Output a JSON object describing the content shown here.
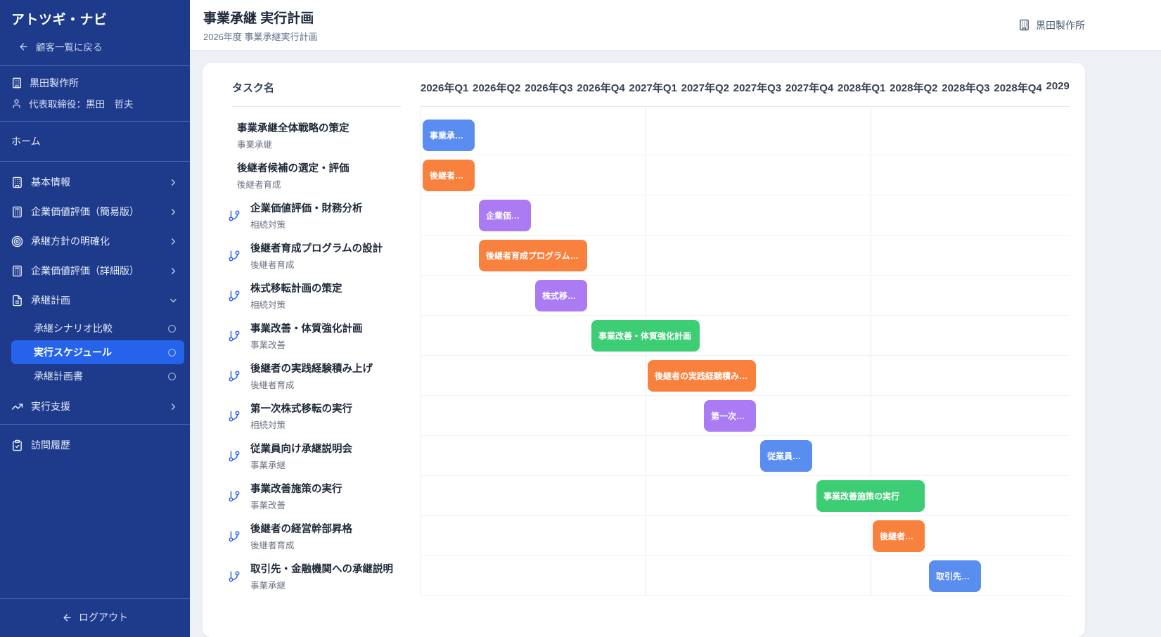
{
  "app": {
    "title": "アトツギ・ナビ",
    "back_label": "顧客一覧に戻る",
    "logout_label": "ログアウト"
  },
  "client": {
    "company": "黒田製作所",
    "representative": "代表取締役：黒田　哲夫"
  },
  "sidebar": {
    "home_label": "ホーム",
    "items": [
      {
        "id": "basic-info",
        "label": "基本情報",
        "icon": "building"
      },
      {
        "id": "valuation-simple",
        "label": "企業価値評価（簡易版）",
        "icon": "calculator"
      },
      {
        "id": "policy-clarification",
        "label": "承継方針の明確化",
        "icon": "target"
      },
      {
        "id": "valuation-detailed",
        "label": "企業価値評価（詳細版）",
        "icon": "calculator"
      },
      {
        "id": "succession-plan",
        "label": "承継計画",
        "icon": "file-text",
        "expanded": true
      },
      {
        "id": "execution-support",
        "label": "実行支援",
        "icon": "trending-up"
      }
    ],
    "submenu": [
      {
        "id": "scenario-comparison",
        "label": "承継シナリオ比較",
        "active": false
      },
      {
        "id": "execution-schedule",
        "label": "実行スケジュール",
        "active": true
      },
      {
        "id": "succession-plan-doc",
        "label": "承継計画書",
        "active": false
      }
    ],
    "visit_history_label": "訪問履歴"
  },
  "header": {
    "title": "事業承継 実行計画",
    "subtitle": "2026年度 事業承継実行計画",
    "company": "黒田製作所"
  },
  "theme": {
    "sidebar_bg": "#1e3a8a",
    "active_item": "#2563eb"
  },
  "gantt": {
    "task_column_header": "タスク名",
    "quarters": [
      "2026年Q1",
      "2026年Q2",
      "2026年Q3",
      "2026年Q4",
      "2027年Q1",
      "2027年Q2",
      "2027年Q3",
      "2027年Q4",
      "2028年Q1",
      "2028年Q2",
      "2028年Q3",
      "2028年Q4",
      "2029"
    ],
    "colors": {
      "blue": "#5a8df0",
      "orange": "#f8813e",
      "purple": "#aa7bf2",
      "green": "#3dcd74"
    },
    "tasks": [
      {
        "name": "事業承継全体戦略の策定",
        "category": "事業承継",
        "indent": false,
        "start": 0,
        "span": 1,
        "color": "blue"
      },
      {
        "name": "後継者候補の選定・評価",
        "category": "後継者育成",
        "indent": false,
        "start": 0,
        "span": 1,
        "color": "orange"
      },
      {
        "name": "企業価値評価・財務分析",
        "category": "相続対策",
        "indent": true,
        "start": 1,
        "span": 1,
        "color": "purple"
      },
      {
        "name": "後継者育成プログラムの設計",
        "category": "後継者育成",
        "indent": true,
        "start": 1,
        "span": 2,
        "color": "orange"
      },
      {
        "name": "株式移転計画の策定",
        "category": "相続対策",
        "indent": true,
        "start": 2,
        "span": 1,
        "color": "purple"
      },
      {
        "name": "事業改善・体質強化計画",
        "category": "事業改善",
        "indent": true,
        "start": 3,
        "span": 2,
        "color": "green"
      },
      {
        "name": "後継者の実践経験積み上げ",
        "category": "後継者育成",
        "indent": true,
        "start": 4,
        "span": 2,
        "color": "orange"
      },
      {
        "name": "第一次株式移転の実行",
        "category": "相続対策",
        "indent": true,
        "start": 5,
        "span": 1,
        "color": "purple"
      },
      {
        "name": "従業員向け承継説明会",
        "category": "事業承継",
        "indent": true,
        "start": 6,
        "span": 1,
        "color": "blue"
      },
      {
        "name": "事業改善施策の実行",
        "category": "事業改善",
        "indent": true,
        "start": 7,
        "span": 2,
        "color": "green"
      },
      {
        "name": "後継者の経営幹部昇格",
        "category": "後継者育成",
        "indent": true,
        "start": 8,
        "span": 1,
        "color": "orange"
      },
      {
        "name": "取引先・金融機関への承継説明",
        "category": "事業承継",
        "indent": true,
        "start": 9,
        "span": 1,
        "color": "blue"
      }
    ]
  }
}
